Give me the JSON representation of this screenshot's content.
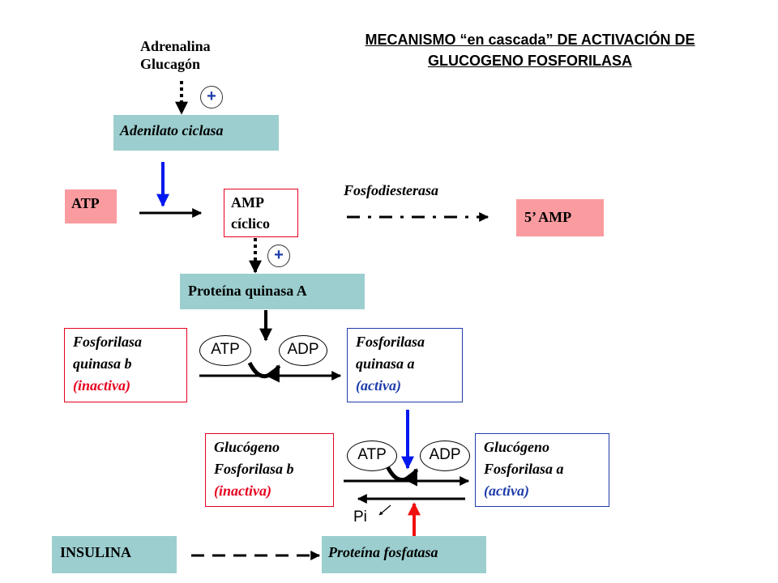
{
  "title": {
    "line1": "MECANISMO “en cascada” DE ACTIVACIÓN DE",
    "line2": "GLUCOGENO FOSFORILASA"
  },
  "hormones": {
    "line1": "Adrenalina",
    "line2": "Glucagón"
  },
  "plus_sign": "+",
  "adenilato": "Adenilato ciclasa",
  "atp": "ATP",
  "camp": {
    "line1": "AMP",
    "line2": "cíclico"
  },
  "fosfodiesterasa": "Fosfodiesterasa",
  "amp5": "5’ AMP",
  "pka": "Proteína quinasa A",
  "fqb": {
    "line1": "Fosforilasa",
    "line2": "quinasa b",
    "line3": "(inactiva)"
  },
  "fqa": {
    "line1": "Fosforilasa",
    "line2": "quinasa a",
    "line3": "(activa)"
  },
  "gfb": {
    "line1": "Glucógeno",
    "line2": "Fosforilasa b",
    "line3": "(inactiva)"
  },
  "gfa": {
    "line1": "Glucógeno",
    "line2": "Fosforilasa a",
    "line3": "(activa)"
  },
  "oval_atp": "ATP",
  "oval_adp": "ADP",
  "pi": "Pi",
  "insulina": "INSULINA",
  "fosfatasa": "Proteína fosfatasa",
  "colors": {
    "pink": "#fa9ba0",
    "teal": "#9ccecf",
    "red": "#e6001e",
    "blue": "#1e3caa",
    "arrow_blue": "#0018f0",
    "arrow_red": "#f01010"
  }
}
